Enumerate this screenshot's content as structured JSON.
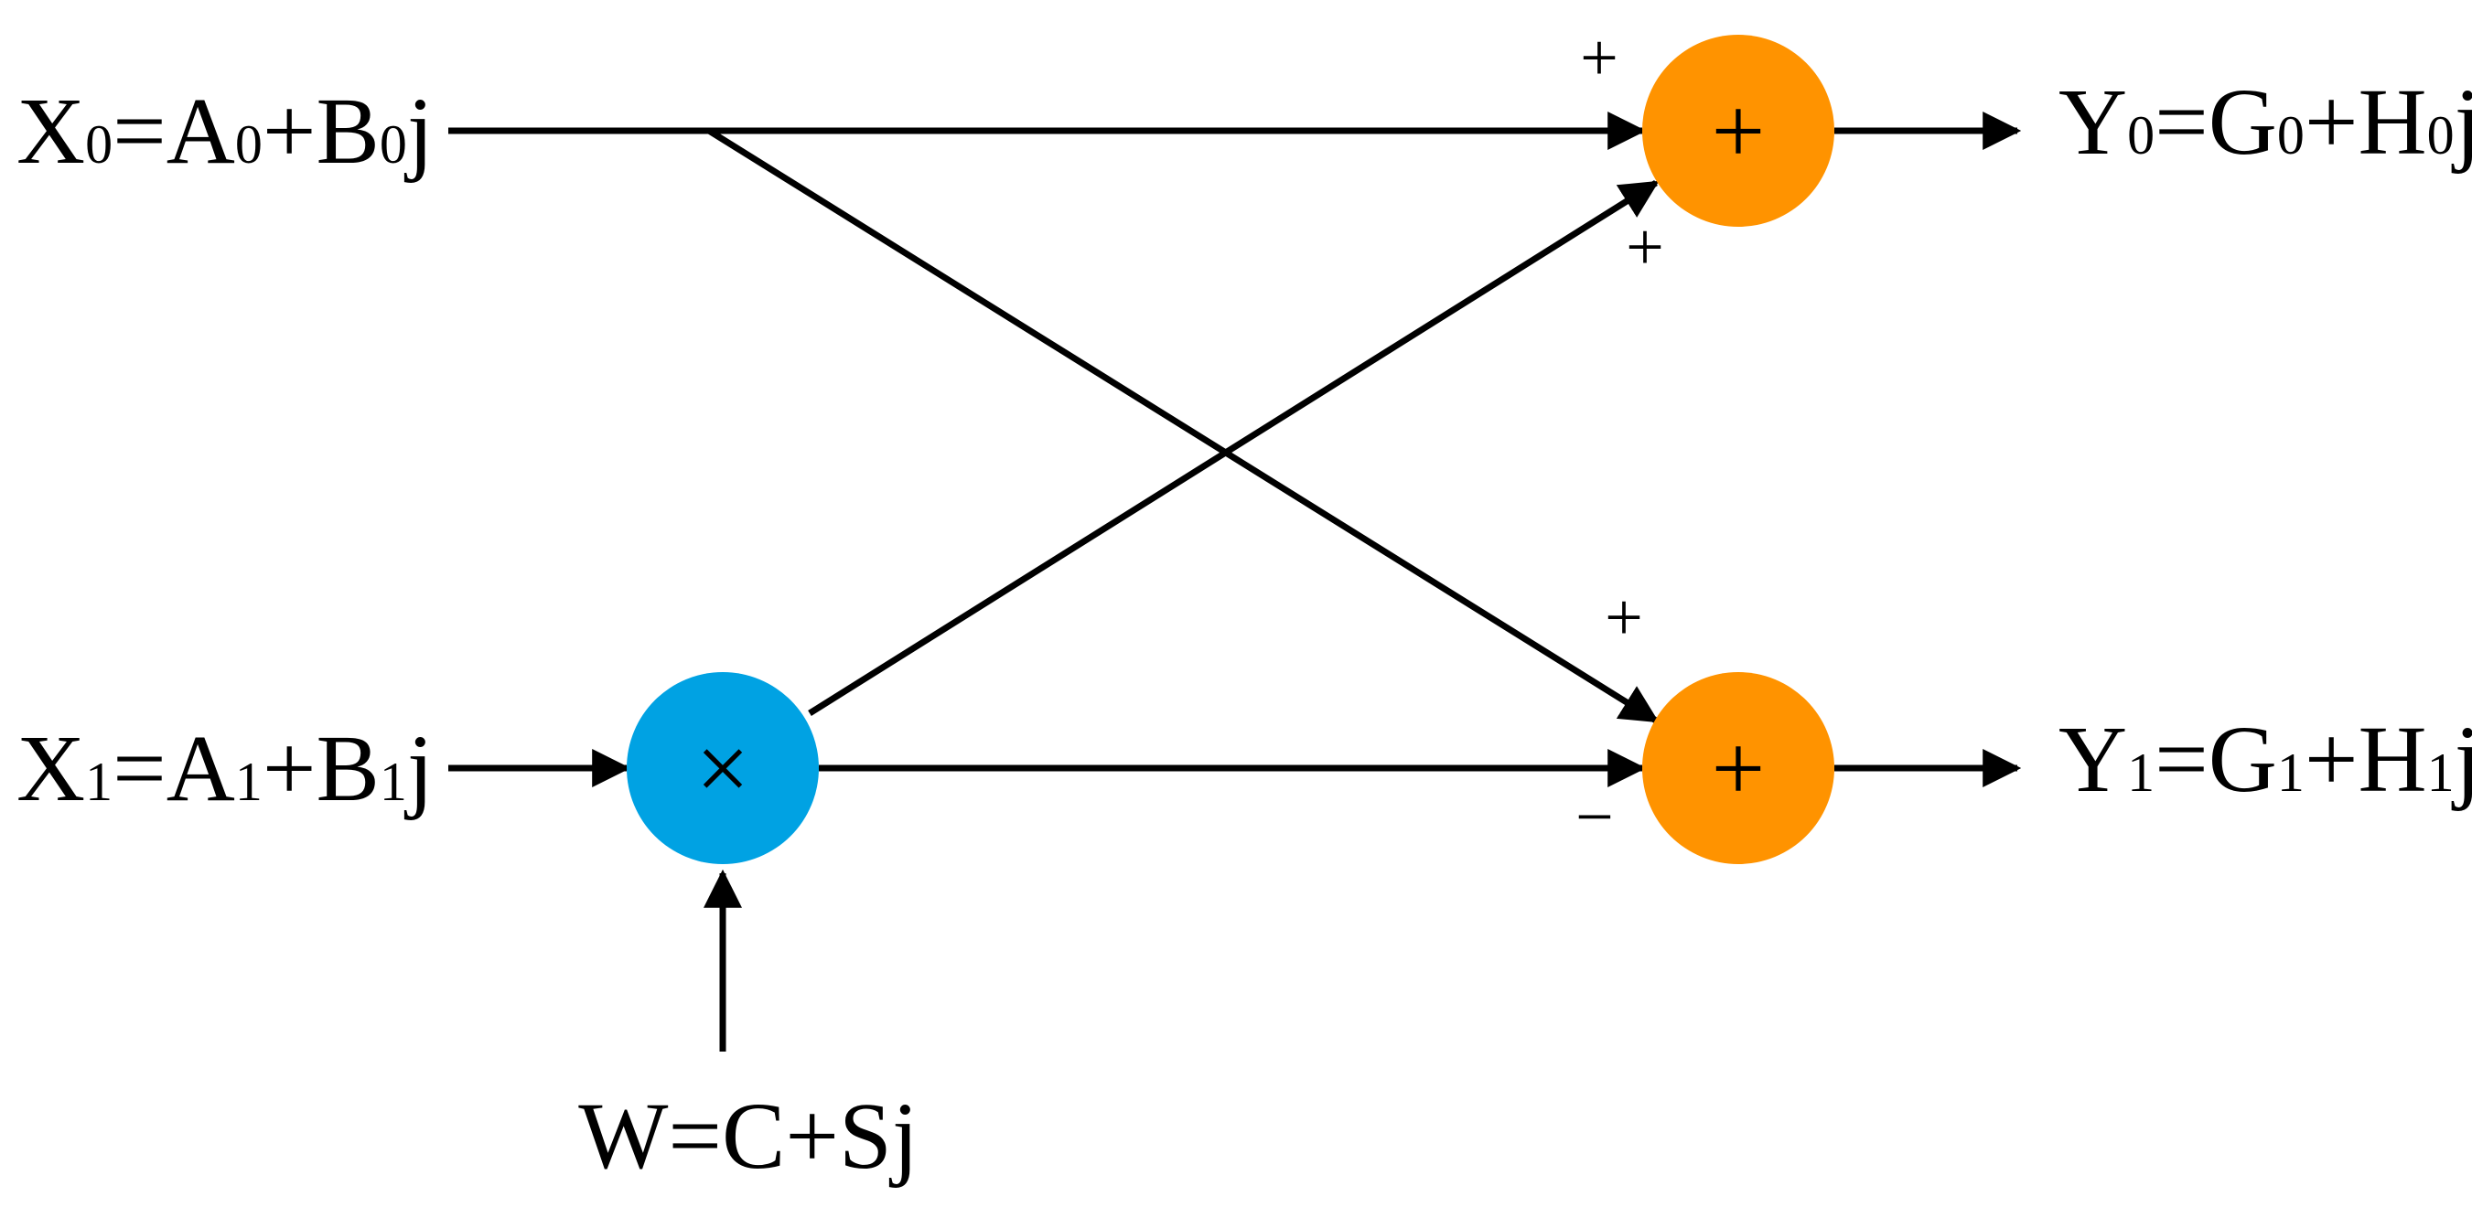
{
  "diagram": {
    "nodes": {
      "multiplier": {
        "op_symbol": "×",
        "color": "#00A2E3"
      },
      "adder_top": {
        "op_symbol": "+",
        "color": "#FF9300"
      },
      "adder_bottom": {
        "op_symbol": "+",
        "color": "#FF9300"
      }
    },
    "labels": {
      "x0": {
        "var": "X",
        "sub": "0",
        "mid": "=A",
        "sub2": "0",
        "mid2": "+B",
        "sub3": "0",
        "tail": "j"
      },
      "x1": {
        "var": "X",
        "sub": "1",
        "mid": "=A",
        "sub2": "1",
        "mid2": "+B",
        "sub3": "1",
        "tail": "j"
      },
      "y0": {
        "var": "Y",
        "sub": "0",
        "mid": "=G",
        "sub2": "0",
        "mid2": "+H",
        "sub3": "0",
        "tail": "j"
      },
      "y1": {
        "var": "Y",
        "sub": "1",
        "mid": "=G",
        "sub2": "1",
        "mid2": "+H",
        "sub3": "1",
        "tail": "j"
      },
      "w": "W=C+Sj"
    },
    "signs": {
      "top_adder_from_x0": "+",
      "top_adder_from_multiplier": "+",
      "bottom_adder_from_x0": "+",
      "bottom_adder_from_multiplier": "−"
    }
  }
}
